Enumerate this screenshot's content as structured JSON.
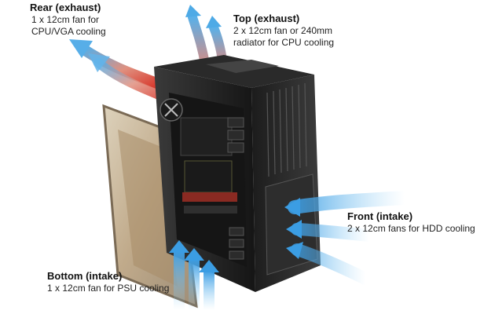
{
  "airflow": {
    "rear": {
      "title": "Rear (exhaust)",
      "lines": [
        "1 x 12cm fan for",
        "CPU/VGA cooling"
      ]
    },
    "top": {
      "title": "Top (exhaust)",
      "lines": [
        "2 x 12cm fan or 240mm",
        "radiator for CPU cooling"
      ]
    },
    "front": {
      "title": "Front (intake)",
      "lines": [
        "2 x 12cm fans for HDD cooling"
      ]
    },
    "bottom": {
      "title": "Bottom (intake)",
      "lines": [
        "1 x 12cm fan for PSU cooling"
      ]
    }
  },
  "colors": {
    "intake": "#4aa8e6",
    "exhaust_hot": "#d8382c",
    "case": "#232323",
    "panel": "#c9b597"
  }
}
